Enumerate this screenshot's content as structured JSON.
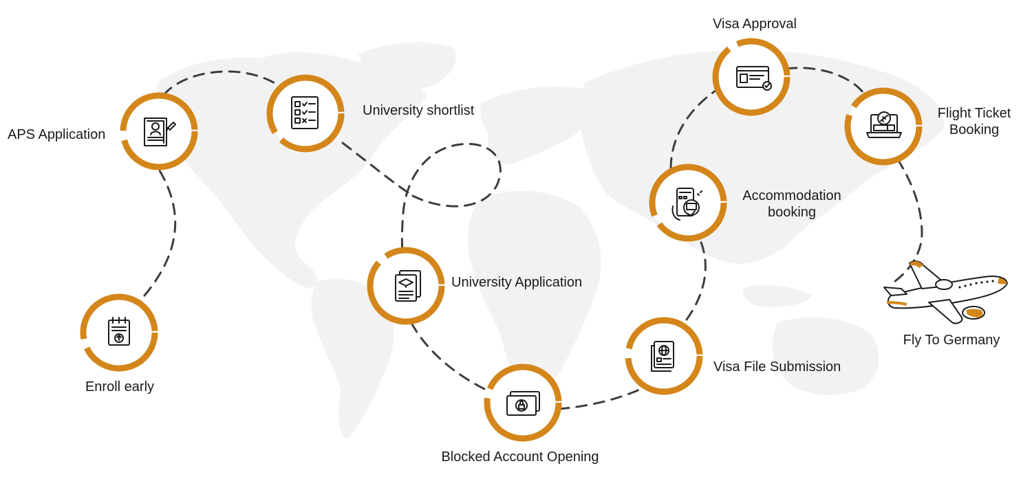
{
  "colors": {
    "ring": "#D4861A",
    "path": "#3d3d3d",
    "map": "#f2f2f2",
    "text": "#1a1a1a"
  },
  "steps": [
    {
      "id": "enroll",
      "label": "Enroll early",
      "icon": "clipboard-upload-icon"
    },
    {
      "id": "aps",
      "label": "APS Application",
      "icon": "document-profile-icon"
    },
    {
      "id": "shortlist",
      "label": "University shortlist",
      "icon": "checklist-icon"
    },
    {
      "id": "uni-app",
      "label": "University Application",
      "icon": "graduation-documents-icon"
    },
    {
      "id": "blocked",
      "label": "Blocked Account Opening",
      "icon": "locked-money-icon"
    },
    {
      "id": "visa-file",
      "label": "Visa File Submission",
      "icon": "passport-icon"
    },
    {
      "id": "accommodation",
      "label_lines": [
        "Accommodation",
        "booking"
      ],
      "icon": "hotel-booking-icon"
    },
    {
      "id": "visa-approval",
      "label": "Visa Approval",
      "icon": "visa-card-approved-icon"
    },
    {
      "id": "flight",
      "label_lines": [
        "Flight Ticket",
        "Booking"
      ],
      "icon": "laptop-flight-icon"
    },
    {
      "id": "fly",
      "label": "Fly To Germany",
      "icon": "airplane-icon"
    }
  ]
}
